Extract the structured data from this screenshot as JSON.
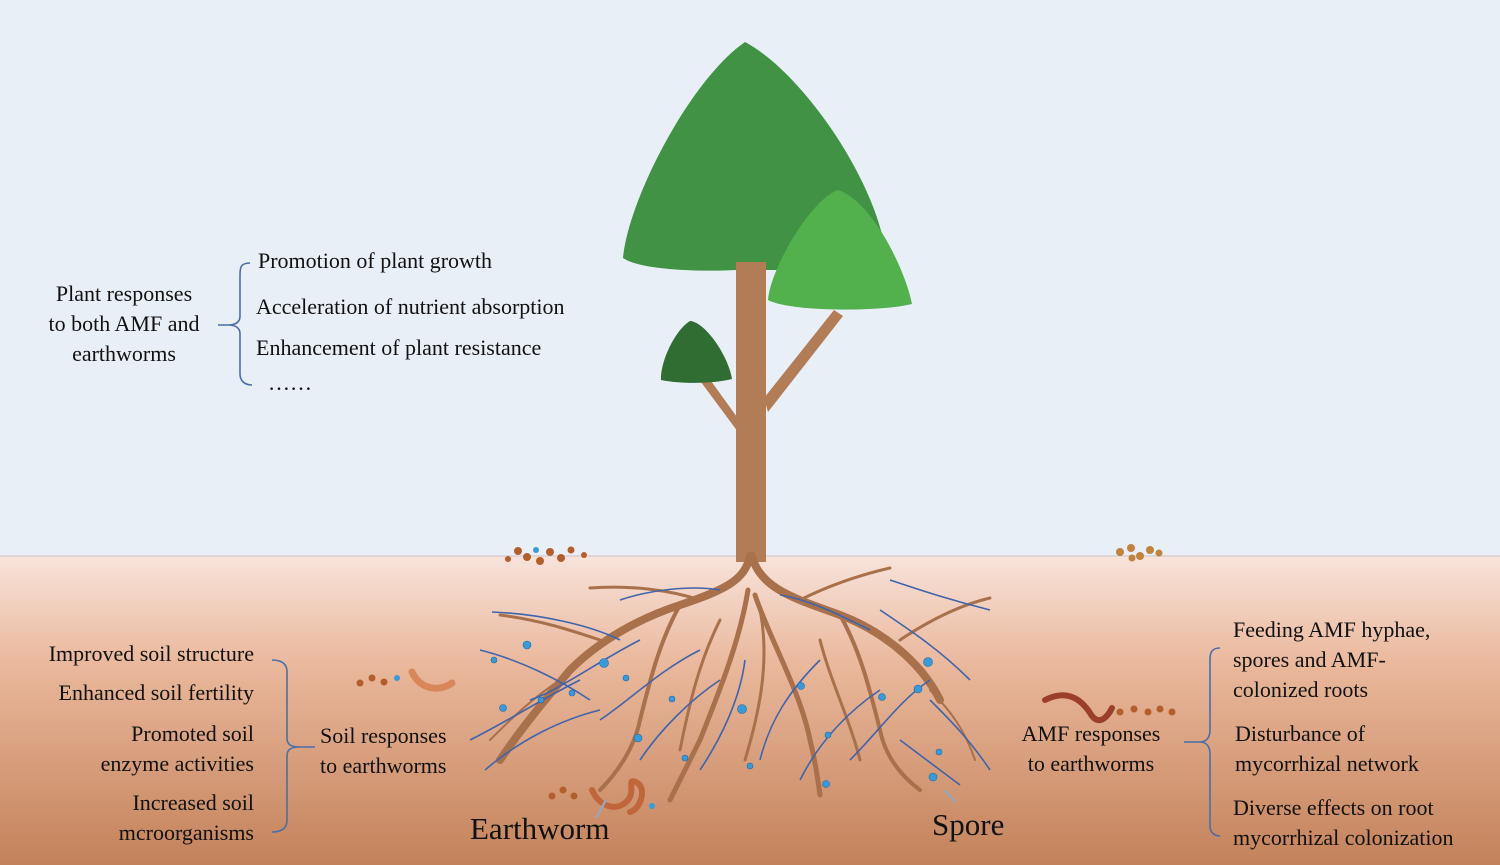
{
  "plant": {
    "heading": [
      "Plant responses",
      "to both AMF and",
      "earthworms"
    ],
    "items": [
      "Promotion of plant growth",
      "Acceleration of nutrient absorption",
      "Enhancement of plant resistance",
      "……"
    ]
  },
  "soil": {
    "heading": [
      "Soil responses",
      "to earthworms"
    ],
    "items": [
      "Improved soil structure",
      "Enhanced soil fertility",
      "Promoted soil",
      "enzyme activities",
      "Increased soil",
      "mcroorganisms"
    ]
  },
  "amf": {
    "heading": [
      "AMF responses",
      "to earthworms"
    ],
    "items": [
      "Feeding AMF  hyphae,",
      "spores and AMF-",
      "colonized roots",
      "Disturbance of",
      "mycorrhizal network",
      "Diverse effects on root",
      "mycorrhizal colonization"
    ]
  },
  "labels": {
    "earthworm": "Earthworm",
    "spore": "Spore"
  },
  "colors": {
    "sky": "#e9eff7",
    "soil_top": "#f8e3db",
    "soil_bottom": "#c6865c",
    "trunk": "#b27c57",
    "canopy_main": "#419245",
    "canopy_right": "#52b04d",
    "canopy_small": "#2f6d33",
    "hyphae": "#3f64ad",
    "spore": "#3a9ad8",
    "bracket": "#4a6ea8",
    "worm": "#c77a4c"
  }
}
